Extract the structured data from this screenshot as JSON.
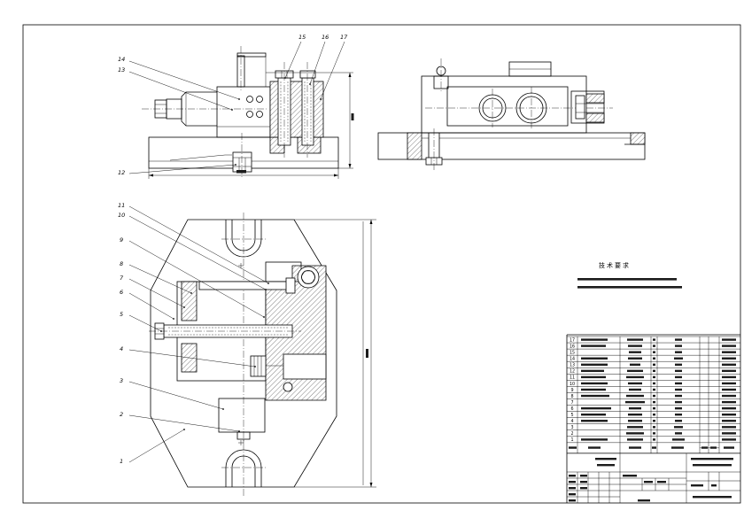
{
  "sheet": {
    "line_color": "#000000",
    "background": "#ffffff"
  },
  "front_view": {
    "callouts": [
      {
        "label": "14"
      },
      {
        "label": "13"
      },
      {
        "label": "12"
      },
      {
        "label": "15"
      },
      {
        "label": "16"
      },
      {
        "label": "17"
      }
    ]
  },
  "plan_view": {
    "callouts": [
      {
        "label": "11"
      },
      {
        "label": "10"
      },
      {
        "label": "9"
      },
      {
        "label": "8"
      },
      {
        "label": "7"
      },
      {
        "label": "6"
      },
      {
        "label": "5"
      },
      {
        "label": "4"
      },
      {
        "label": "3"
      },
      {
        "label": "2"
      },
      {
        "label": "1"
      }
    ]
  },
  "technical_requirements": {
    "title": "技术要求"
  },
  "parts_list": {
    "item_numbers": [
      "17",
      "16",
      "15",
      "14",
      "13",
      "12",
      "11",
      "10",
      "9",
      "8",
      "7",
      "6",
      "5",
      "4",
      "3",
      "2",
      "1"
    ]
  }
}
